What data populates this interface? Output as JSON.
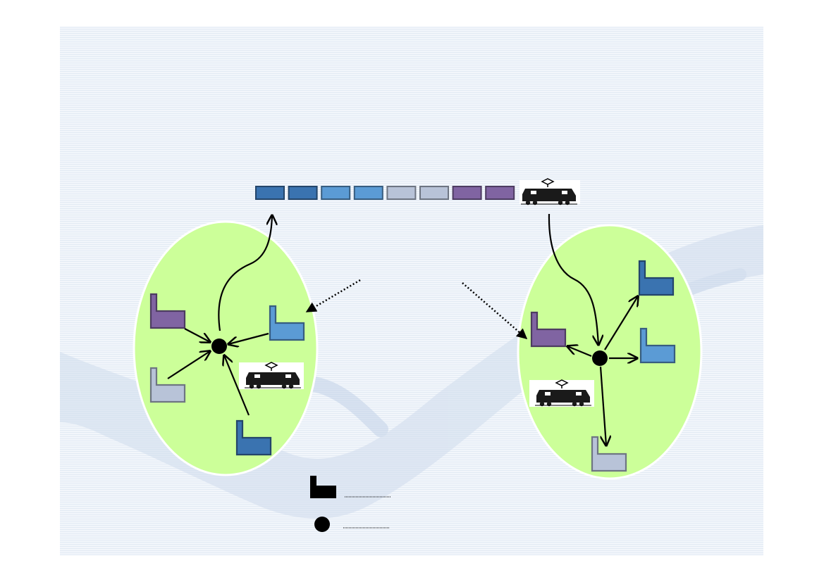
{
  "colors": {
    "dark_blue": "#3a73b0",
    "light_blue": "#5b9bd5",
    "lavender": "#b8c3d8",
    "purple": "#8064a2",
    "zone": "#ccff99",
    "black": "#000000"
  },
  "train": {
    "wagons": [
      "dark_blue",
      "dark_blue",
      "light_blue",
      "light_blue",
      "lavender",
      "lavender",
      "purple",
      "purple"
    ]
  },
  "origin_zone": {
    "factories": [
      "purple",
      "light_blue",
      "lavender",
      "dark_blue"
    ]
  },
  "destination_zone": {
    "factories": [
      "dark_blue",
      "purple",
      "light_blue",
      "lavender"
    ]
  },
  "legend": {
    "items": [
      "factory-icon",
      "terminal-dot-icon"
    ]
  }
}
